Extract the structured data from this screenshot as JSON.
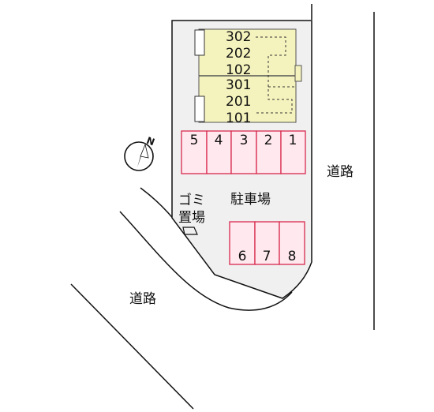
{
  "map": {
    "building_units_upper": [
      "302",
      "202",
      "102"
    ],
    "building_units_lower": [
      "301",
      "201",
      "101"
    ],
    "parking_row_top": [
      "5",
      "4",
      "3",
      "2",
      "1"
    ],
    "parking_row_bottom": [
      "6",
      "7",
      "8"
    ],
    "parking_label": "駐車場",
    "garbage_label_line1": "ゴミ",
    "garbage_label_line2": "置場",
    "road_right_label": "道路",
    "road_bottom_label": "道路",
    "north_label": "N",
    "colors": {
      "lot_fill": "#f0f0f0",
      "building_fill": "#f5f3bd",
      "parking_fill": "#ffe8ee",
      "parking_stroke": "#d8294e",
      "line": "#111111"
    }
  }
}
